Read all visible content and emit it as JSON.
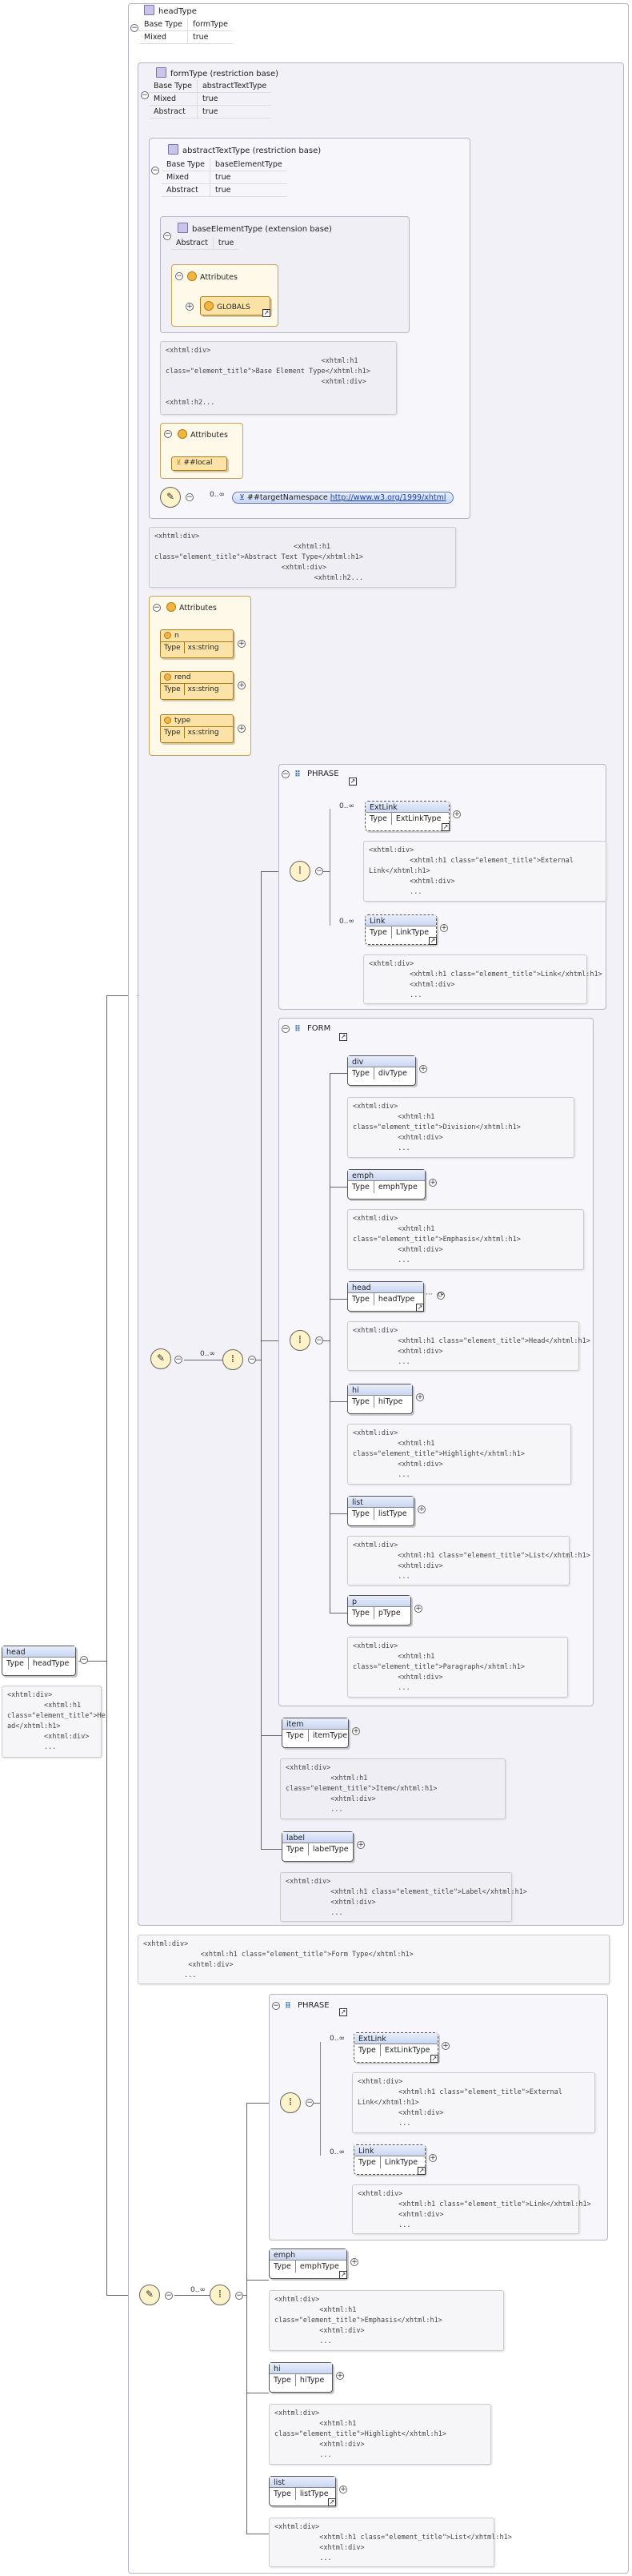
{
  "root": {
    "title": "headType",
    "props": [
      [
        "Base Type",
        "formType"
      ],
      [
        "Mixed",
        "true"
      ]
    ],
    "element": {
      "name": "head",
      "type_label": "Type",
      "type": "headType"
    },
    "element_doc": "<xhtml:div>\n         <xhtml:h1\nclass=\"element_title\">He\nad</xhtml:h1>\n         <xhtml:div>\n         ..."
  },
  "formType": {
    "title": "formType (restriction base)",
    "props": [
      [
        "Base Type",
        "abstractTextType"
      ],
      [
        "Mixed",
        "true"
      ],
      [
        "Abstract",
        "true"
      ]
    ],
    "doc": "<xhtml:div>\n              <xhtml:h1 class=\"element_title\">Form Type</xhtml:h1>\n           <xhtml:div>\n          ..."
  },
  "abstractTextType": {
    "title": "abstractTextType (restriction base)",
    "props": [
      [
        "Base Type",
        "baseElementType"
      ],
      [
        "Mixed",
        "true"
      ],
      [
        "Abstract",
        "true"
      ]
    ],
    "doc": "<xhtml:div>\n                                  <xhtml:h1\nclass=\"element_title\">Abstract Text Type</xhtml:h1>\n                               <xhtml:div>\n                                       <xhtml:h2..."
  },
  "baseElementType": {
    "title": "baseElementType (extension base)",
    "props": [
      [
        "Abstract",
        "true"
      ]
    ],
    "attributes_label": "Attributes",
    "globals": "GLOBALS",
    "doc": "<xhtml:div>\n                                      <xhtml:h1\nclass=\"element_title\">Base Element Type</xhtml:h1>\n                                      <xhtml:div>\n\n<xhtml:h2..."
  },
  "local_attrs": {
    "label": "Attributes",
    "item": "##local"
  },
  "any": {
    "occurrence": "0..∞",
    "namespace_label": "##targetNamespace",
    "namespace_url": "http://www.w3.org/1999/xhtml"
  },
  "attributes": {
    "label": "Attributes",
    "items": [
      {
        "name": "n",
        "type_label": "Type",
        "type": "xs:string"
      },
      {
        "name": "rend",
        "type_label": "Type",
        "type": "xs:string"
      },
      {
        "name": "type",
        "type_label": "Type",
        "type": "xs:string"
      }
    ]
  },
  "phrase": {
    "label": "PHRASE",
    "elements": [
      {
        "name": "ExtLink",
        "occ": "0..∞",
        "type_label": "Type",
        "type": "ExtLinkType",
        "doc": "<xhtml:div>\n          <xhtml:h1 class=\"element_title\">External\nLink</xhtml:h1>\n          <xhtml:div>\n          ..."
      },
      {
        "name": "Link",
        "occ": "0..∞",
        "type_label": "Type",
        "type": "LinkType",
        "doc": "<xhtml:div>\n          <xhtml:h1 class=\"element_title\">Link</xhtml:h1>\n          <xhtml:div>\n          ..."
      }
    ]
  },
  "choice_occ": "0..∞",
  "form": {
    "label": "FORM",
    "elements": [
      {
        "name": "div",
        "type_label": "Type",
        "type": "divType",
        "doc": "<xhtml:div>\n           <xhtml:h1\nclass=\"element_title\">Division</xhtml:h1>\n           <xhtml:div>\n           ..."
      },
      {
        "name": "emph",
        "type_label": "Type",
        "type": "emphType",
        "doc": "<xhtml:div>\n           <xhtml:h1\nclass=\"element_title\">Emphasis</xhtml:h1>\n           <xhtml:div>\n           ..."
      },
      {
        "name": "head",
        "type_label": "Type",
        "type": "headType",
        "doc": "<xhtml:div>\n           <xhtml:h1 class=\"element_title\">Head</xhtml:h1>\n           <xhtml:div>\n           ..."
      },
      {
        "name": "hi",
        "type_label": "Type",
        "type": "hiType",
        "doc": "<xhtml:div>\n           <xhtml:h1\nclass=\"element_title\">Highlight</xhtml:h1>\n           <xhtml:div>\n           ..."
      },
      {
        "name": "list",
        "type_label": "Type",
        "type": "listType",
        "doc": "<xhtml:div>\n           <xhtml:h1 class=\"element_title\">List</xhtml:h1>\n           <xhtml:div>\n           ..."
      },
      {
        "name": "p",
        "type_label": "Type",
        "type": "pType",
        "doc": "<xhtml:div>\n           <xhtml:h1\nclass=\"element_title\">Paragraph</xhtml:h1>\n           <xhtml:div>\n           ..."
      }
    ]
  },
  "item": {
    "name": "item",
    "type_label": "Type",
    "type": "itemType",
    "doc": "<xhtml:div>\n           <xhtml:h1\nclass=\"element_title\">Item</xhtml:h1>\n           <xhtml:div>\n           ..."
  },
  "label": {
    "name": "label",
    "type_label": "Type",
    "type": "labelType",
    "doc": "<xhtml:div>\n           <xhtml:h1 class=\"element_title\">Label</xhtml:h1>\n           <xhtml:div>\n           ..."
  },
  "phrase2": {
    "label": "PHRASE",
    "elements": [
      {
        "name": "ExtLink",
        "occ": "0..∞",
        "type_label": "Type",
        "type": "ExtLinkType",
        "doc": "<xhtml:div>\n          <xhtml:h1 class=\"element_title\">External\nLink</xhtml:h1>\n          <xhtml:div>\n          ..."
      },
      {
        "name": "Link",
        "occ": "0..∞",
        "type_label": "Type",
        "type": "LinkType",
        "doc": "<xhtml:div>\n          <xhtml:h1 class=\"element_title\">Link</xhtml:h1>\n          <xhtml:div>\n          ..."
      }
    ]
  },
  "choice2_occ": "0..∞",
  "bottom": [
    {
      "name": "emph",
      "type_label": "Type",
      "type": "emphType",
      "doc": "<xhtml:div>\n           <xhtml:h1\nclass=\"element_title\">Emphasis</xhtml:h1>\n           <xhtml:div>\n           ..."
    },
    {
      "name": "hi",
      "type_label": "Type",
      "type": "hiType",
      "doc": "<xhtml:div>\n           <xhtml:h1\nclass=\"element_title\">Highlight</xhtml:h1>\n           <xhtml:div>\n           ..."
    },
    {
      "name": "list",
      "type_label": "Type",
      "type": "listType",
      "doc": "<xhtml:div>\n           <xhtml:h1 class=\"element_title\">List</xhtml:h1>\n           <xhtml:div>\n           ..."
    }
  ]
}
